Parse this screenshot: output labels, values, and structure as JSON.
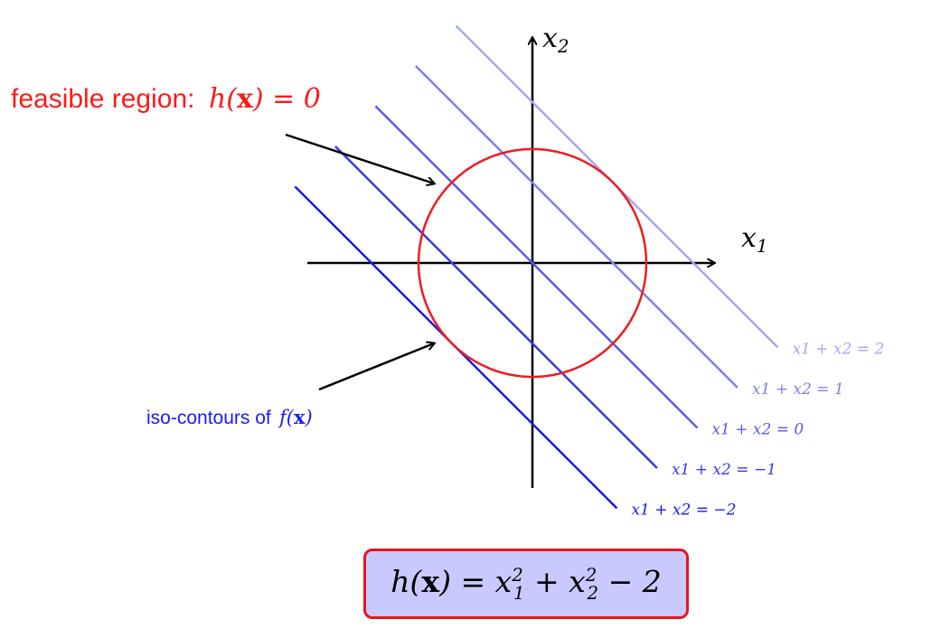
{
  "title_label": {
    "prefix": "feasible region:",
    "math": "h(x) = 0"
  },
  "iso_label": {
    "prefix": "iso-contours of",
    "math": "f(x)"
  },
  "axes": {
    "x_label": "x1",
    "y_label": "x2"
  },
  "circle": {
    "equation": "x1^2 + x2^2 = 2",
    "color": "#ee1c24"
  },
  "contours": [
    {
      "label": "x1 + x2 = 2",
      "c": 2,
      "color": "#a6a6f4"
    },
    {
      "label": "x1 + x2 = 1",
      "c": 1,
      "color": "#7f7ff2"
    },
    {
      "label": "x1 + x2 = 0",
      "c": 0,
      "color": "#5a5af0"
    },
    {
      "label": "x1 + x2 = −1",
      "c": -1,
      "color": "#3838ee"
    },
    {
      "label": "x1 + x2 = −2",
      "c": -2,
      "color": "#1a1aeb"
    }
  ],
  "formula": {
    "text": "h(x) = x1^2 + x2^2 − 2",
    "border_color": "#e8141e",
    "fill_color": "#c9c9ff"
  }
}
